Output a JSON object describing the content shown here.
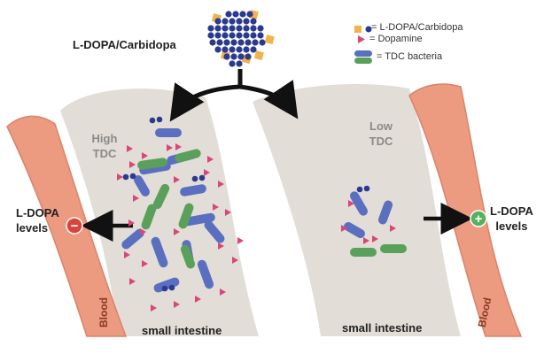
{
  "title_drug": "L-DOPA/Carbidopa",
  "legend": {
    "drug": "= L-DOPA/Carbidopa",
    "dopamine": "= Dopamine",
    "bacteria": "= TDC bacteria"
  },
  "left_panel": {
    "tdc_line1": "High",
    "tdc_line2": "TDC",
    "levels_line1": "L-DOPA",
    "levels_line2": "levels",
    "sign": "−",
    "intestine": "small intestine",
    "blood": "Blood"
  },
  "right_panel": {
    "tdc_line1": "Low",
    "tdc_line2": "TDC",
    "levels_line1": "L-DOPA",
    "levels_line2": "levels",
    "sign": "+",
    "intestine": "small intestine",
    "blood": "Blood"
  },
  "colors": {
    "intestine": "#e2ddd6",
    "blood": "#ec9a80",
    "blood_edge": "#d9836a",
    "ldopa_dot": "#2a3a8f",
    "carbidopa": "#f2b24c",
    "dopamine": "#d9467a",
    "bacteria_blue": "#5a6fbf",
    "bacteria_green": "#5aa05a",
    "minus_badge": "#d9453c",
    "plus_badge": "#59b060",
    "arrow": "#111111"
  }
}
